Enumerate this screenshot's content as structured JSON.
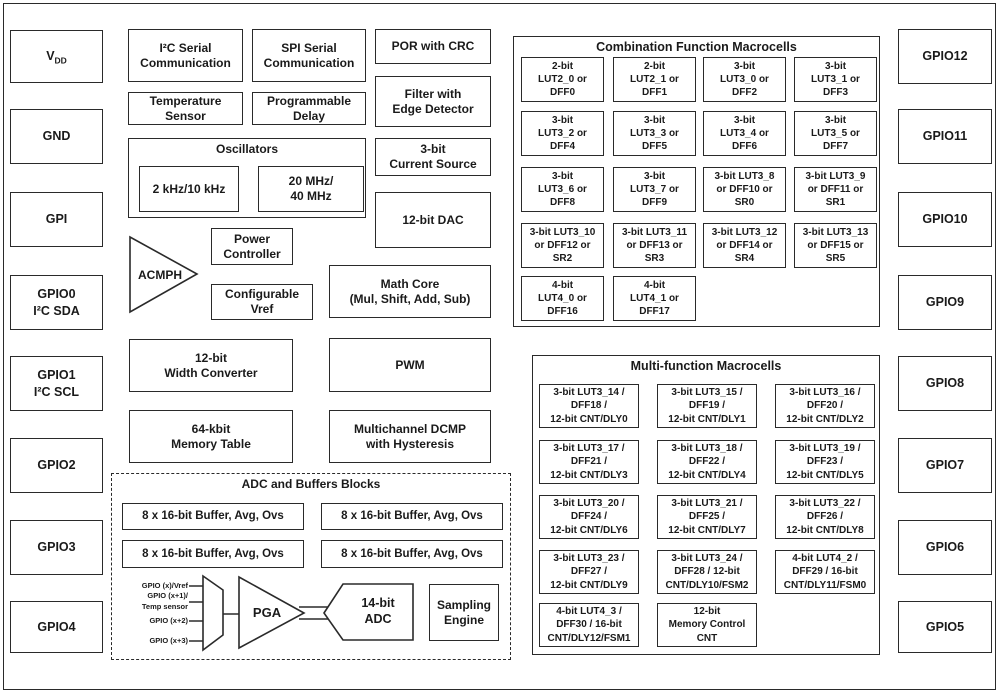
{
  "pins": {
    "left": [
      {
        "text": "V",
        "sub": "DD"
      },
      {
        "text": "GND"
      },
      {
        "text": "GPI"
      },
      {
        "text": "GPIO0\nI²C SDA"
      },
      {
        "text": "GPIO1\nI²C SCL"
      },
      {
        "text": "GPIO2"
      },
      {
        "text": "GPIO3"
      },
      {
        "text": "GPIO4"
      }
    ],
    "right": [
      "GPIO12",
      "GPIO11",
      "GPIO10",
      "GPIO9",
      "GPIO8",
      "GPIO7",
      "GPIO6",
      "GPIO5"
    ]
  },
  "blocks": {
    "i2c_serial": "I²C Serial\nCommunication",
    "spi_serial": "SPI Serial\nCommunication",
    "por_crc": "POR with CRC",
    "temperature_sensor": "Temperature\nSensor",
    "programmable_delay": "Programmable\nDelay",
    "filter_edge": "Filter with\nEdge Detector",
    "oscillators_title": "Oscillators",
    "osc_low": "2 kHz/10 kHz",
    "osc_high": "20 MHz/\n40 MHz",
    "current_source": "3-bit\nCurrent Source",
    "dac": "12-bit DAC",
    "acmph": "ACMPH",
    "power_controller": "Power\nController",
    "configurable_vref": "Configurable\nVref",
    "math_core": "Math Core\n(Mul, Shift, Add, Sub)",
    "width_converter": "12-bit\nWidth Converter",
    "pwm": "PWM",
    "memory_table": "64-kbit\nMemory Table",
    "dcmp": "Multichannel DCMP\nwith Hysteresis"
  },
  "adc_section": {
    "title": "ADC and Buffers Blocks",
    "buffers": [
      "8 x 16-bit Buffer, Avg, Ovs",
      "8 x 16-bit Buffer, Avg, Ovs",
      "8 x 16-bit Buffer, Avg, Ovs",
      "8 x 16-bit Buffer, Avg, Ovs"
    ],
    "mux_inputs": [
      "GPIO (x)/Vref",
      "GPIO (x+1)/\nTemp sensor",
      "GPIO (x+2)",
      "GPIO (x+3)"
    ],
    "pga": "PGA",
    "adc": "14-bit\nADC",
    "sampling_engine": "Sampling\nEngine"
  },
  "combination": {
    "title": "Combination Function Macrocells",
    "cells": [
      "2-bit\nLUT2_0 or\nDFF0",
      "2-bit\nLUT2_1 or\nDFF1",
      "3-bit\nLUT3_0 or\nDFF2",
      "3-bit\nLUT3_1 or\nDFF3",
      "3-bit\nLUT3_2 or\nDFF4",
      "3-bit\nLUT3_3 or\nDFF5",
      "3-bit\nLUT3_4 or\nDFF6",
      "3-bit\nLUT3_5 or\nDFF7",
      "3-bit\nLUT3_6 or\nDFF8",
      "3-bit\nLUT3_7 or\nDFF9",
      "3-bit LUT3_8\nor DFF10 or\nSR0",
      "3-bit LUT3_9\nor DFF11 or\nSR1",
      "3-bit LUT3_10\nor DFF12 or\nSR2",
      "3-bit LUT3_11\nor DFF13 or\nSR3",
      "3-bit LUT3_12\nor DFF14 or\nSR4",
      "3-bit LUT3_13\nor DFF15 or\nSR5",
      "4-bit\nLUT4_0 or\nDFF16",
      "4-bit\nLUT4_1 or\nDFF17"
    ]
  },
  "multifunction": {
    "title": "Multi-function Macrocells",
    "cells": [
      "3-bit LUT3_14 /\nDFF18 /\n12-bit CNT/DLY0",
      "3-bit LUT3_15 /\nDFF19 /\n12-bit CNT/DLY1",
      "3-bit LUT3_16 /\nDFF20 /\n12-bit CNT/DLY2",
      "3-bit LUT3_17 /\nDFF21 /\n12-bit CNT/DLY3",
      "3-bit LUT3_18 /\nDFF22 /\n12-bit CNT/DLY4",
      "3-bit LUT3_19 /\nDFF23 /\n12-bit CNT/DLY5",
      "3-bit LUT3_20 /\nDFF24 /\n12-bit CNT/DLY6",
      "3-bit LUT3_21 /\nDFF25 /\n12-bit CNT/DLY7",
      "3-bit LUT3_22 /\nDFF26 /\n12-bit CNT/DLY8",
      "3-bit LUT3_23 /\nDFF27 /\n12-bit CNT/DLY9",
      "3-bit LUT3_24 /\nDFF28 / 12-bit\nCNT/DLY10/FSM2",
      "4-bit LUT4_2 /\nDFF29 / 16-bit\nCNT/DLY11/FSM0",
      "4-bit LUT4_3 /\nDFF30 / 16-bit\nCNT/DLY12/FSM1",
      "12-bit\nMemory Control\nCNT"
    ]
  },
  "colors": {
    "ink": "#2a2a2a",
    "background": "#ffffff"
  }
}
